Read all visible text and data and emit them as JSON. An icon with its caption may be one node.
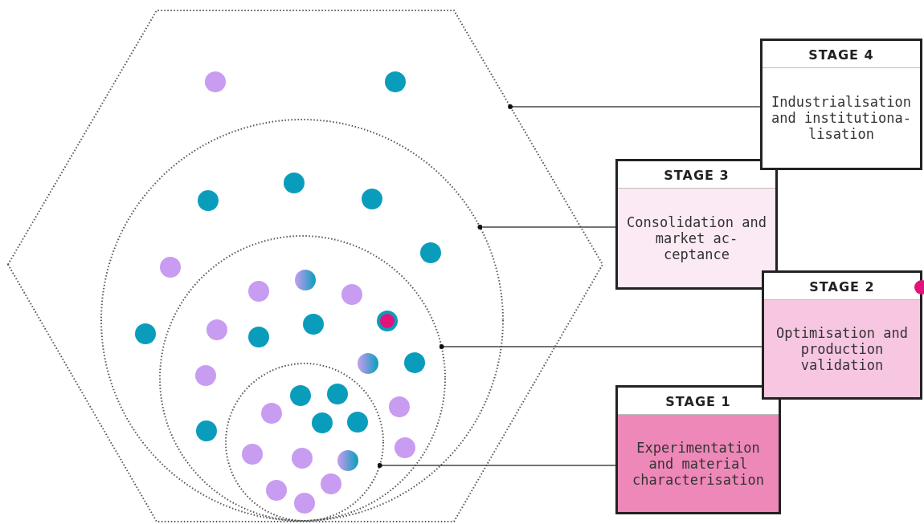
{
  "diagram": {
    "nodes": [
      {
        "text": [],
        "shape": "hexagon"
      },
      {
        "text": [],
        "shape": "circle",
        "in": 0
      },
      {
        "text": [],
        "shape": "circle",
        "in": 1
      },
      {
        "text": [],
        "shape": "circle",
        "in": 2
      },
      {
        "text": [
          "STAGE 4",
          "Industrialisation and institutiona-lisation"
        ]
      },
      {
        "text": [
          "STAGE 3",
          "Consolidation and market ac-ceptance"
        ]
      },
      {
        "text": [
          "STAGE 2",
          "Optimisation and production validation"
        ]
      },
      {
        "text": [
          "STAGE 1",
          "Experimentation and material characterisation"
        ]
      }
    ],
    "edges": [
      {
        "from": 4,
        "to": 0,
        "arrow": "other"
      },
      {
        "from": 5,
        "to": 1,
        "arrow": "other"
      },
      {
        "from": 6,
        "to": 2,
        "arrow": "other"
      },
      {
        "from": 7,
        "to": 3,
        "arrow": "other"
      }
    ]
  }
}
